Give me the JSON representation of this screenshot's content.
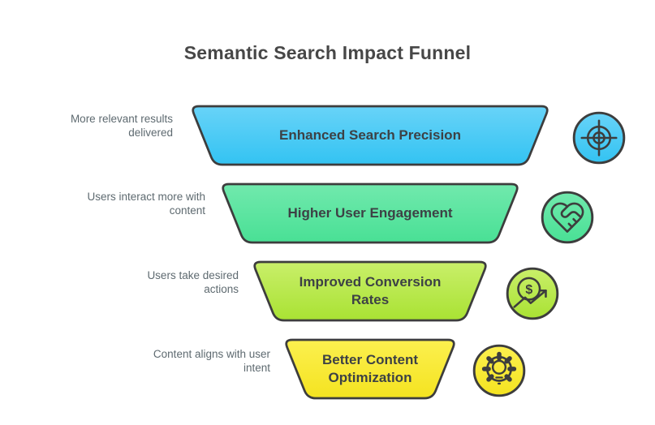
{
  "title": "Semantic Search Impact Funnel",
  "colors": {
    "background": "#ffffff",
    "outline": "#3d3d3d",
    "title_text": "#474747",
    "stage_text": "#3d4145",
    "side_label_text": "#5e6a70"
  },
  "funnel": {
    "stages": [
      {
        "label": "Enhanced Search Precision",
        "description": "More relevant results delivered",
        "icon": "target-icon",
        "color_top": "#68d3f8",
        "color_bottom": "#33c3f2"
      },
      {
        "label": "Higher User Engagement",
        "description": "Users interact more with content",
        "icon": "heart-handshake-icon",
        "color_top": "#71e9ad",
        "color_bottom": "#49e095"
      },
      {
        "label": "Improved Conversion Rates",
        "description": "Users take desired actions",
        "icon": "dollar-growth-icon",
        "color_top": "#c9ef6a",
        "color_bottom": "#a9e233"
      },
      {
        "label": "Better Content Optimization",
        "description": "Content aligns with user intent",
        "icon": "gear-lightbulb-icon",
        "color_top": "#fcf04f",
        "color_bottom": "#f4e320"
      }
    ]
  }
}
